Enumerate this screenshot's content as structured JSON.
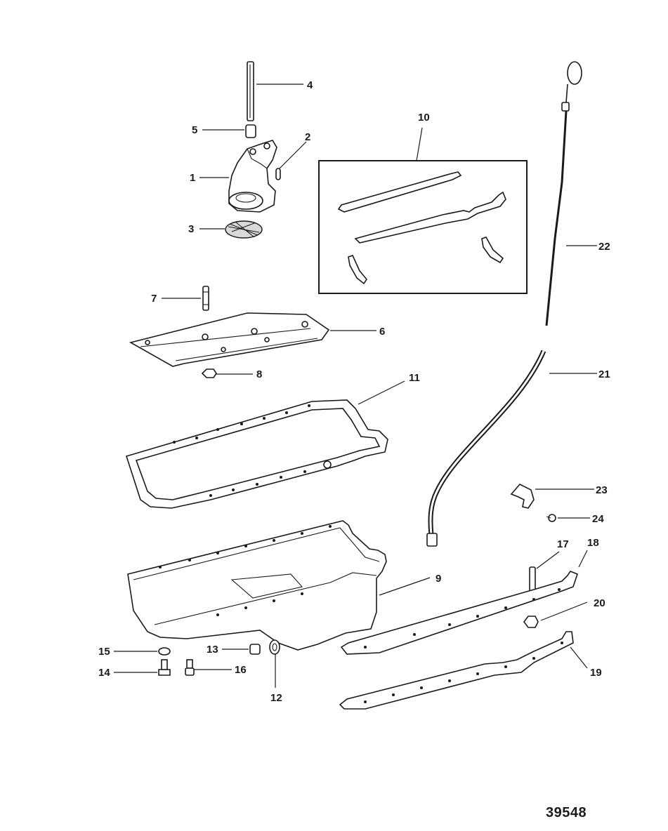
{
  "drawing_number": "39548",
  "callouts": {
    "c1": "1",
    "c2": "2",
    "c3": "3",
    "c4": "4",
    "c5": "5",
    "c6": "6",
    "c7": "7",
    "c8": "8",
    "c9": "9",
    "c10": "10",
    "c11": "11",
    "c12": "12",
    "c13": "13",
    "c14": "14",
    "c15": "15",
    "c16": "16",
    "c17": "17",
    "c18": "18",
    "c19": "19",
    "c20": "20",
    "c21": "21",
    "c22": "22",
    "c23": "23",
    "c24": "24"
  }
}
